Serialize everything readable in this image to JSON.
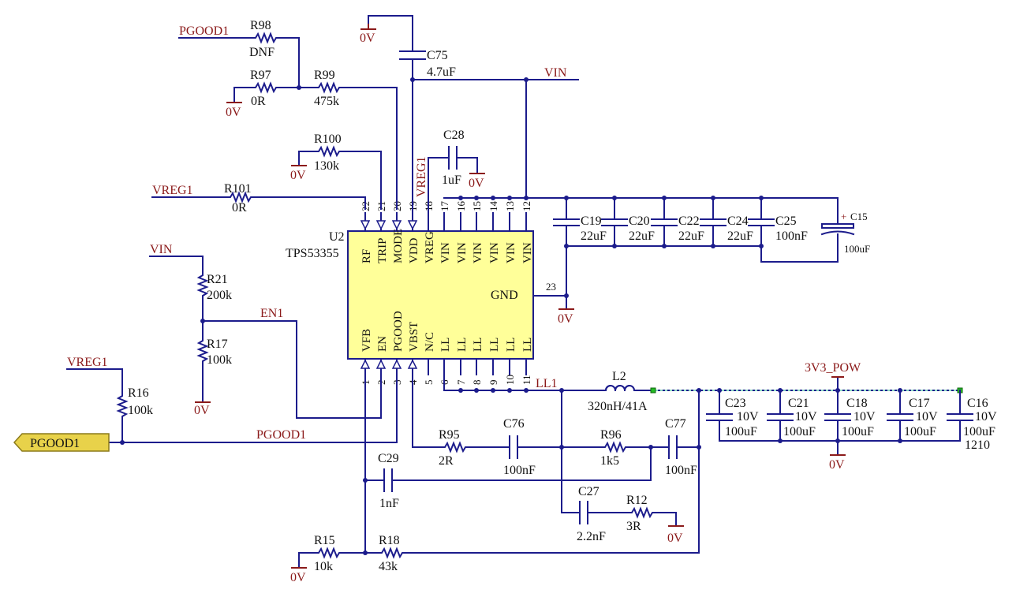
{
  "ic": {
    "ref": "U2",
    "part": "TPS53355",
    "top_pins": [
      {
        "num": "22",
        "name": "RF"
      },
      {
        "num": "21",
        "name": "TRIP"
      },
      {
        "num": "20",
        "name": "MODE"
      },
      {
        "num": "19",
        "name": "VDD"
      },
      {
        "num": "18",
        "name": "VREG"
      },
      {
        "num": "17",
        "name": "VIN"
      },
      {
        "num": "16",
        "name": "VIN"
      },
      {
        "num": "15",
        "name": "VIN"
      },
      {
        "num": "14",
        "name": "VIN"
      },
      {
        "num": "13",
        "name": "VIN"
      },
      {
        "num": "12",
        "name": "VIN"
      }
    ],
    "bottom_pins": [
      {
        "num": "1",
        "name": "VFB"
      },
      {
        "num": "2",
        "name": "EN"
      },
      {
        "num": "3",
        "name": "PGOOD"
      },
      {
        "num": "4",
        "name": "VBST"
      },
      {
        "num": "5",
        "name": "N/C"
      },
      {
        "num": "6",
        "name": "LL"
      },
      {
        "num": "7",
        "name": "LL"
      },
      {
        "num": "8",
        "name": "LL"
      },
      {
        "num": "9",
        "name": "LL"
      },
      {
        "num": "10",
        "name": "LL"
      },
      {
        "num": "11",
        "name": "LL"
      }
    ],
    "gnd_pin": {
      "num": "23",
      "name": "GND"
    }
  },
  "nets": {
    "pgood1_top": "PGOOD1",
    "vin_top": "VIN",
    "vreg1_left": "VREG1",
    "vreg1_vertical": "VREG1",
    "vin_left": "VIN",
    "en1": "EN1",
    "vreg1_bottom": "VREG1",
    "pgood1_mid": "PGOOD1",
    "pgood1_port": "PGOOD1",
    "ll1": "LL1",
    "v3v3": "3V3_POW"
  },
  "grounds": [
    "0V",
    "0V",
    "0V",
    "0V",
    "0V",
    "0V",
    "0V",
    "0V",
    "0V"
  ],
  "parts": {
    "R98": {
      "ref": "R98",
      "val": "DNF"
    },
    "R97": {
      "ref": "R97",
      "val": "0R"
    },
    "R99": {
      "ref": "R99",
      "val": "475k"
    },
    "R100": {
      "ref": "R100",
      "val": "130k"
    },
    "R101": {
      "ref": "R101",
      "val": "0R"
    },
    "C75": {
      "ref": "C75",
      "val": "4.7uF"
    },
    "C28": {
      "ref": "C28",
      "val": "1uF"
    },
    "C19": {
      "ref": "C19",
      "val": "22uF"
    },
    "C20": {
      "ref": "C20",
      "val": "22uF"
    },
    "C22": {
      "ref": "C22",
      "val": "22uF"
    },
    "C24": {
      "ref": "C24",
      "val": "22uF"
    },
    "C25": {
      "ref": "C25",
      "val": "100nF"
    },
    "C15": {
      "ref": "C15",
      "val": "100uF"
    },
    "R21": {
      "ref": "R21",
      "val": "200k"
    },
    "R17": {
      "ref": "R17",
      "val": "100k"
    },
    "R16": {
      "ref": "R16",
      "val": "100k"
    },
    "L2": {
      "ref": "L2",
      "val": "320nH/41A"
    },
    "R95": {
      "ref": "R95",
      "val": "2R"
    },
    "C76": {
      "ref": "C76",
      "val": "100nF"
    },
    "R96": {
      "ref": "R96",
      "val": "1k5"
    },
    "C77": {
      "ref": "C77",
      "val": "100nF"
    },
    "C29": {
      "ref": "C29",
      "val": "1nF"
    },
    "C27": {
      "ref": "C27",
      "val": "2.2nF"
    },
    "R12": {
      "ref": "R12",
      "val": "3R"
    },
    "R15": {
      "ref": "R15",
      "val": "10k"
    },
    "R18": {
      "ref": "R18",
      "val": "43k"
    },
    "C23": {
      "ref": "C23",
      "volt": "10V",
      "val": "100uF"
    },
    "C21": {
      "ref": "C21",
      "volt": "10V",
      "val": "100uF"
    },
    "C18": {
      "ref": "C18",
      "volt": "10V",
      "val": "100uF"
    },
    "C17": {
      "ref": "C17",
      "volt": "10V",
      "val": "100uF"
    },
    "C16": {
      "ref": "C16",
      "volt": "10V",
      "val": "100uF",
      "pkg": "1210"
    }
  },
  "colors": {
    "wire": "#1c1c8c",
    "net_label": "#8b1a1a",
    "ic_fill": "#ffff99",
    "port_fill": "#e8d24a",
    "probe": "#22bb22"
  }
}
